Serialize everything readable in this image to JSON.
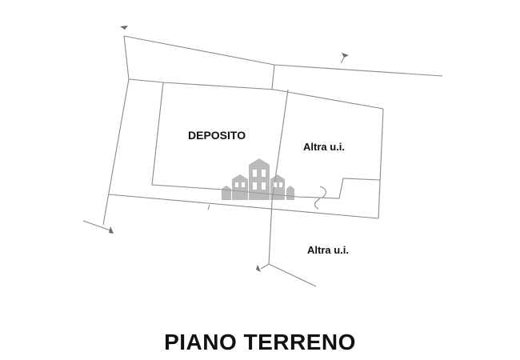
{
  "drawing": {
    "type": "floor-plan",
    "title": "PIANO TERRENO",
    "rooms": [
      {
        "id": "deposito",
        "label": "DEPOSITO"
      },
      {
        "id": "altra-ui-upper",
        "label": "Altra u.i."
      },
      {
        "id": "altra-ui-lower",
        "label": "Altra u.i."
      }
    ],
    "colors": {
      "line": "#8a8a8a",
      "text": "#111111",
      "watermark": "#a0a0a0",
      "background": "#ffffff"
    }
  }
}
